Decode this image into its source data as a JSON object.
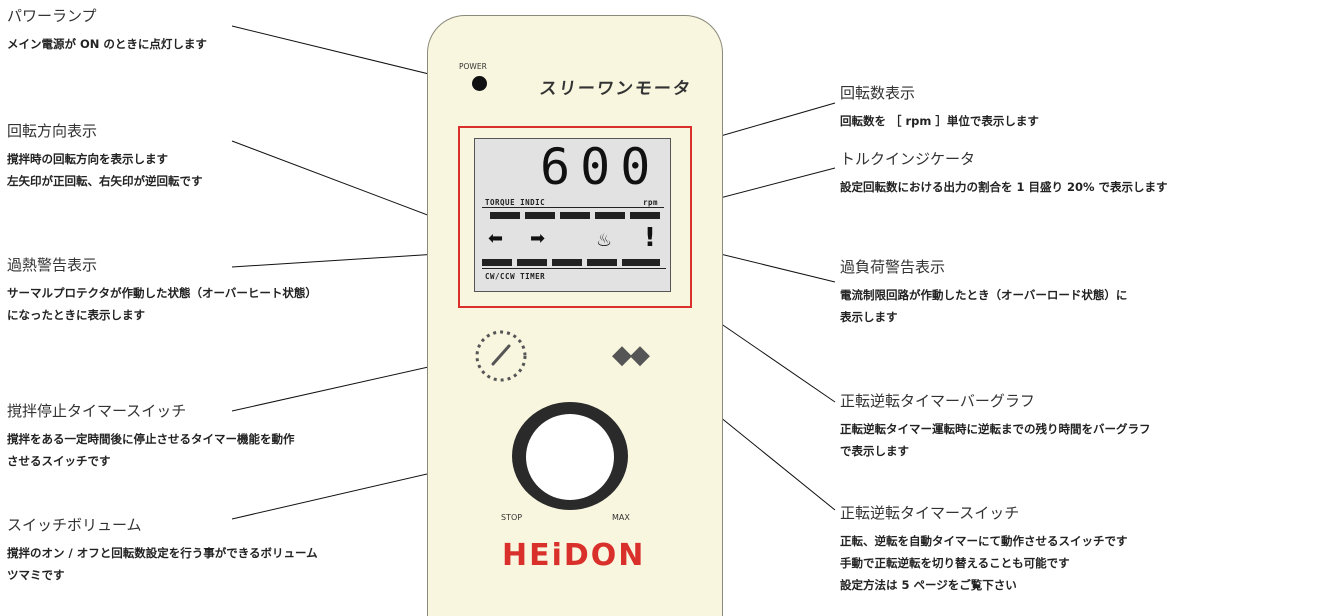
{
  "panel": {
    "power_label": "POWER",
    "brand_jp": "スリーワンモータ",
    "rpm_value": "600",
    "torque_label": "TORQUE INDIC",
    "rpm_unit": "rpm",
    "timer_label": "CW/CCW TIMER",
    "arrow_left": "⬅",
    "arrow_right": "➡",
    "heat_symbol": "♨",
    "warning_symbol": "!",
    "dir_symbols": "◆◆",
    "stop_label": "STOP",
    "max_label": "MAX",
    "logo_text": "HEiDON",
    "colors": {
      "accent": "#d9302b",
      "panel_bg": "#f8f6df",
      "lcd_bg": "#e2e2e2"
    }
  },
  "callouts": {
    "power_lamp": {
      "title": "パワーランプ",
      "desc": [
        "メイン電源が ON のときに点灯します"
      ]
    },
    "rotation_direction": {
      "title": "回転方向表示",
      "desc": [
        "撹拌時の回転方向を表示します",
        "左矢印が正回転、右矢印が逆回転です"
      ]
    },
    "overheat_warning": {
      "title": "過熱警告表示",
      "desc": [
        "サーマルプロテクタが作動した状態（オーバーヒート状態）",
        "になったときに表示します"
      ]
    },
    "stop_timer_switch": {
      "title": "撹拌停止タイマースイッチ",
      "desc": [
        "撹拌をある一定時間後に停止させるタイマー機能を動作",
        "させるスイッチです"
      ]
    },
    "switch_volume": {
      "title": "スイッチボリューム",
      "desc": [
        "撹拌のオン / オフと回転数設定を行う事ができるボリューム",
        "ツマミです"
      ]
    },
    "rpm_display": {
      "title": "回転数表示",
      "desc": [
        "回転数を ［ rpm ］単位で表示します"
      ]
    },
    "torque_indicator": {
      "title": "トルクインジケータ",
      "desc": [
        "設定回転数における出力の割合を 1 目盛り 20% で表示します"
      ]
    },
    "overload_warning": {
      "title": "過負荷警告表示",
      "desc": [
        "電流制限回路が作動したとき（オーバーロード状態）に",
        "表示します"
      ]
    },
    "timer_bargraph": {
      "title": "正転逆転タイマーバーグラフ",
      "desc": [
        "正転逆転タイマー運転時に逆転までの残り時間をバーグラフ",
        "で表示します"
      ]
    },
    "timer_switch": {
      "title": "正転逆転タイマースイッチ",
      "desc": [
        "正転、逆転を自動タイマーにて動作させるスイッチです",
        "手動で正転逆転を切り替えることも可能です",
        "設定方法は 5 ページをご覧下さい"
      ]
    }
  }
}
